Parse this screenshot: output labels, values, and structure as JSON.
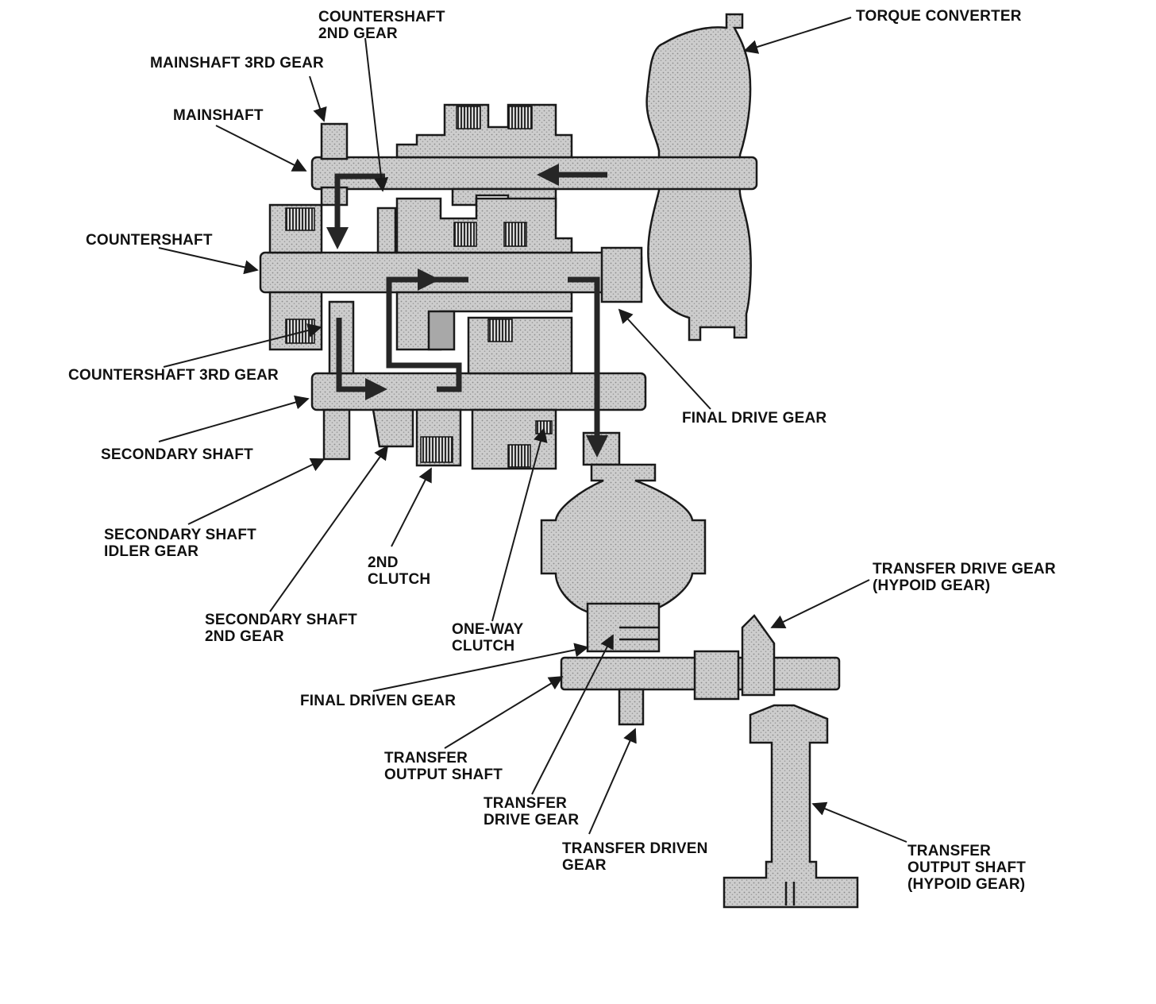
{
  "labels": {
    "torque_converter": "TORQUE CONVERTER",
    "countershaft_2nd_gear": [
      "COUNTERSHAFT",
      "2ND GEAR"
    ],
    "mainshaft_3rd_gear": "MAINSHAFT 3RD GEAR",
    "mainshaft": "MAINSHAFT",
    "countershaft": "COUNTERSHAFT",
    "countershaft_3rd_gear": "COUNTERSHAFT 3RD GEAR",
    "final_drive_gear": "FINAL DRIVE GEAR",
    "secondary_shaft": "SECONDARY SHAFT",
    "secondary_shaft_idler_gear": [
      "SECONDARY SHAFT",
      "IDLER GEAR"
    ],
    "second_clutch": [
      "2ND",
      "CLUTCH"
    ],
    "secondary_shaft_2nd_gear": [
      "SECONDARY SHAFT",
      "2ND GEAR"
    ],
    "one_way_clutch": [
      "ONE-WAY",
      "CLUTCH"
    ],
    "transfer_drive_gear_hypoid": [
      "TRANSFER DRIVE GEAR",
      "(HYPOID GEAR)"
    ],
    "final_driven_gear": "FINAL DRIVEN GEAR",
    "transfer_output_shaft": [
      "TRANSFER",
      "OUTPUT SHAFT"
    ],
    "transfer_drive_gear": [
      "TRANSFER",
      "DRIVE GEAR"
    ],
    "transfer_driven_gear": [
      "TRANSFER DRIVEN",
      "GEAR"
    ],
    "transfer_output_shaft_hypoid": [
      "TRANSFER",
      "OUTPUT SHAFT",
      "(HYPOID GEAR)"
    ]
  }
}
